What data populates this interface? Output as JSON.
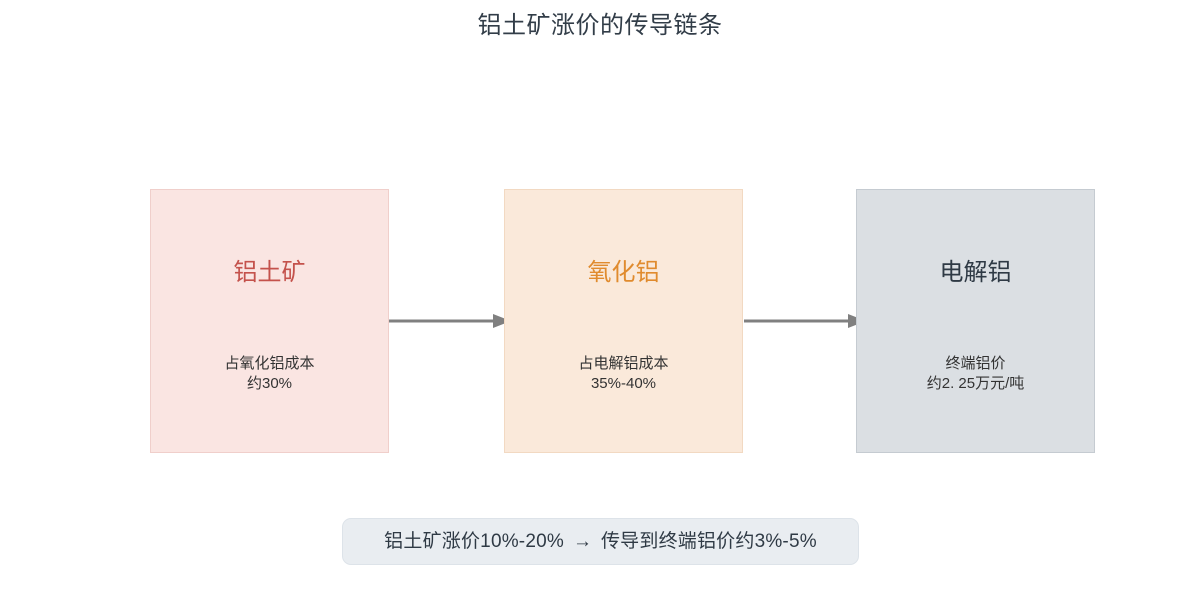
{
  "header": {
    "title": "铝土矿涨价的传导链条",
    "title_color": "#323d48"
  },
  "diagram": {
    "type": "flow-chain",
    "nodes": [
      {
        "id": "bauxite",
        "title": "铝土矿",
        "sub_line_1": "占氧化铝成本",
        "sub_line_2": "约30%",
        "fill": "#fae5e2",
        "border": "#f0cfcb",
        "title_color": "#c4524c"
      },
      {
        "id": "alumina",
        "title": "氧化铝",
        "sub_line_1": "占电解铝成本",
        "sub_line_2": "35%-40%",
        "fill": "#fae9da",
        "border": "#f2d9c2",
        "title_color": "#e08b2e"
      },
      {
        "id": "electrolytic-aluminium",
        "title": "电解铝",
        "sub_line_1": "终端铝价",
        "sub_line_2": "约2. 25万元/吨",
        "fill": "#dbdfe3",
        "border": "#c5cbd1",
        "title_color": "#2f3a45"
      }
    ],
    "connectors": [
      {
        "id": "arrow-bauxite-to-alumina",
        "from": "bauxite",
        "to": "alumina",
        "color": "#808080"
      },
      {
        "id": "arrow-alumina-to-electro",
        "from": "alumina",
        "to": "electrolytic-aluminium",
        "color": "#808080"
      }
    ]
  },
  "summary": {
    "left_text": "铝土矿涨价10%-20%",
    "arrow_glyph": "→",
    "right_text": "传导到终端铝价约3%-5%",
    "fill": "#e9edf1",
    "border": "#dde3e9",
    "text_color": "#2f3a45"
  }
}
